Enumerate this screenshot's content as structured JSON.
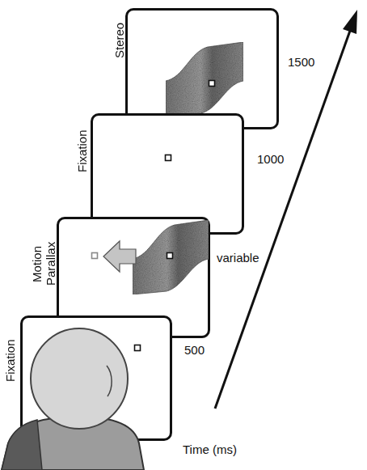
{
  "diagram": {
    "nodes": [
      {
        "text": [
          "Stereo",
          "1500"
        ]
      },
      {
        "text": [
          "Fixation",
          "1000"
        ]
      },
      {
        "text": [
          "Motion Parallax",
          "variable"
        ]
      },
      {
        "text": [
          "Fixation",
          "500"
        ]
      }
    ],
    "labels": [
      "Time (ms)"
    ]
  }
}
